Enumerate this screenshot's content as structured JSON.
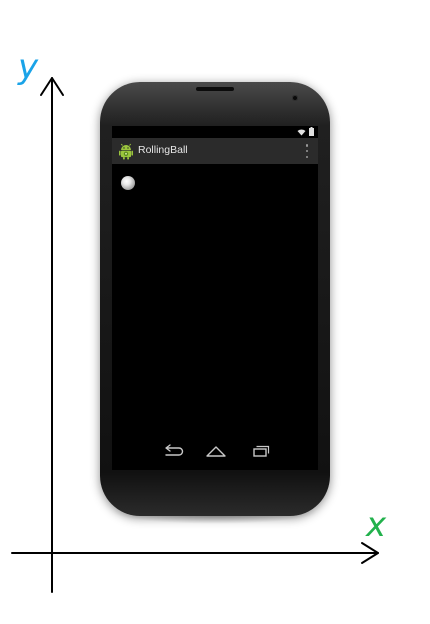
{
  "axes": {
    "x_label": "x",
    "y_label": "y",
    "x_color": "#22b14c",
    "y_color": "#1aa3e8"
  },
  "device": {
    "status_bar": {
      "icons": [
        "wifi-icon",
        "battery-icon"
      ]
    },
    "action_bar": {
      "app_icon": "android-icon",
      "app_title": "RollingBall",
      "menu_icon": "overflow-menu-icon"
    },
    "content": {
      "ball_color": "#d9d9d9"
    },
    "nav_bar": {
      "buttons": [
        "back-icon",
        "home-icon",
        "recent-apps-icon"
      ]
    }
  }
}
